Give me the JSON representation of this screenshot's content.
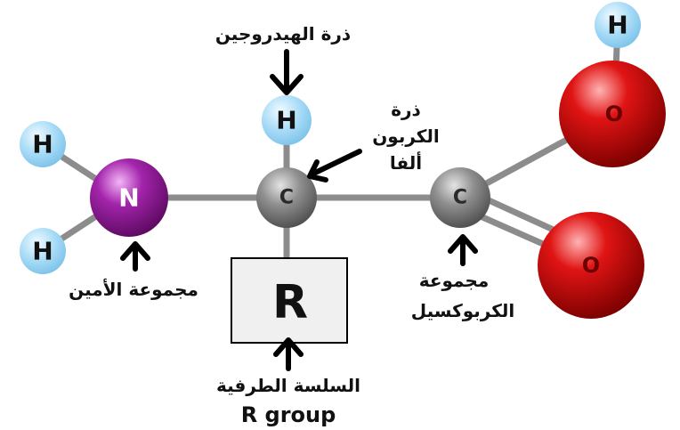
{
  "atoms": {
    "h_top": "H",
    "h_oh": "H",
    "h_amine_top": "H",
    "h_amine_bottom": "H",
    "n": "N",
    "c_alpha": "C",
    "c_carboxyl": "C",
    "o_hydroxyl": "O",
    "o_double": "O",
    "r_group": "R"
  },
  "labels": {
    "hydrogen_atom": "ذرة الهيدروجين",
    "alpha_carbon_line1": "ذرة",
    "alpha_carbon_line2": "الكربون",
    "alpha_carbon_line3": "ألفا",
    "amine_group": "مجموعة الأمين",
    "carboxyl_line1": "مجموعة",
    "carboxyl_line2": "الكربوكسيل",
    "side_chain": "السلسة الطرفية",
    "r_group_en": "R group"
  },
  "colors": {
    "hydrogen": "#a9dcf7",
    "nitrogen": "#9b1aa3",
    "carbon": "#8a8a8a",
    "oxygen": "#e01414",
    "bond": "#8c8c8c",
    "r_box": "#efefef"
  }
}
